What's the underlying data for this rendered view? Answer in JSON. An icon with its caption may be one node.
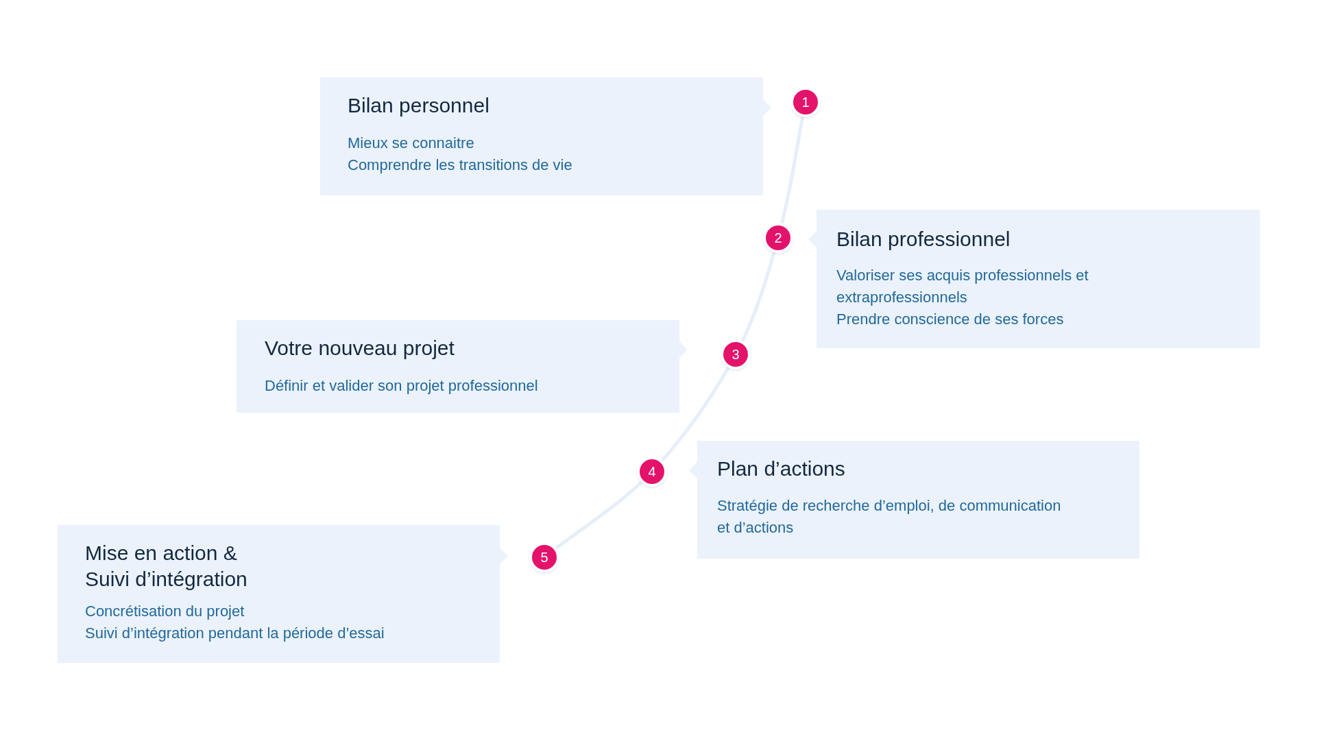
{
  "diagram": {
    "nodes": [
      {
        "text": [
          "Bilan personnel",
          "Mieux se connaitre",
          "Comprendre les transitions de vie"
        ]
      },
      {
        "text": [
          "1"
        ]
      },
      {
        "text": [
          "2"
        ]
      },
      {
        "text": [
          "Bilan professionnel",
          "Valoriser ses acquis professionnels et extraprofessionnels",
          "Prendre conscience de ses forces"
        ]
      },
      {
        "text": [
          "Votre nouveau projet",
          "Définir et valider son projet professionnel"
        ]
      },
      {
        "text": [
          "3"
        ]
      },
      {
        "text": [
          "4"
        ]
      },
      {
        "text": [
          "Plan d’actions",
          "Stratégie de recherche d’emploi, de communication et d’actions"
        ]
      },
      {
        "text": [
          "Mise en action & Suivi d’intégration",
          "Concrétisation du projet",
          "Suivi d’intégration pendant la période d’essai"
        ]
      },
      {
        "text": [
          "5"
        ]
      }
    ],
    "edges": [
      {
        "from": 1,
        "to": 2,
        "arrow": "none"
      },
      {
        "from": 2,
        "to": 5,
        "arrow": "none"
      },
      {
        "from": 5,
        "to": 6,
        "arrow": "none"
      },
      {
        "from": 6,
        "to": 9,
        "arrow": "none"
      }
    ]
  }
}
